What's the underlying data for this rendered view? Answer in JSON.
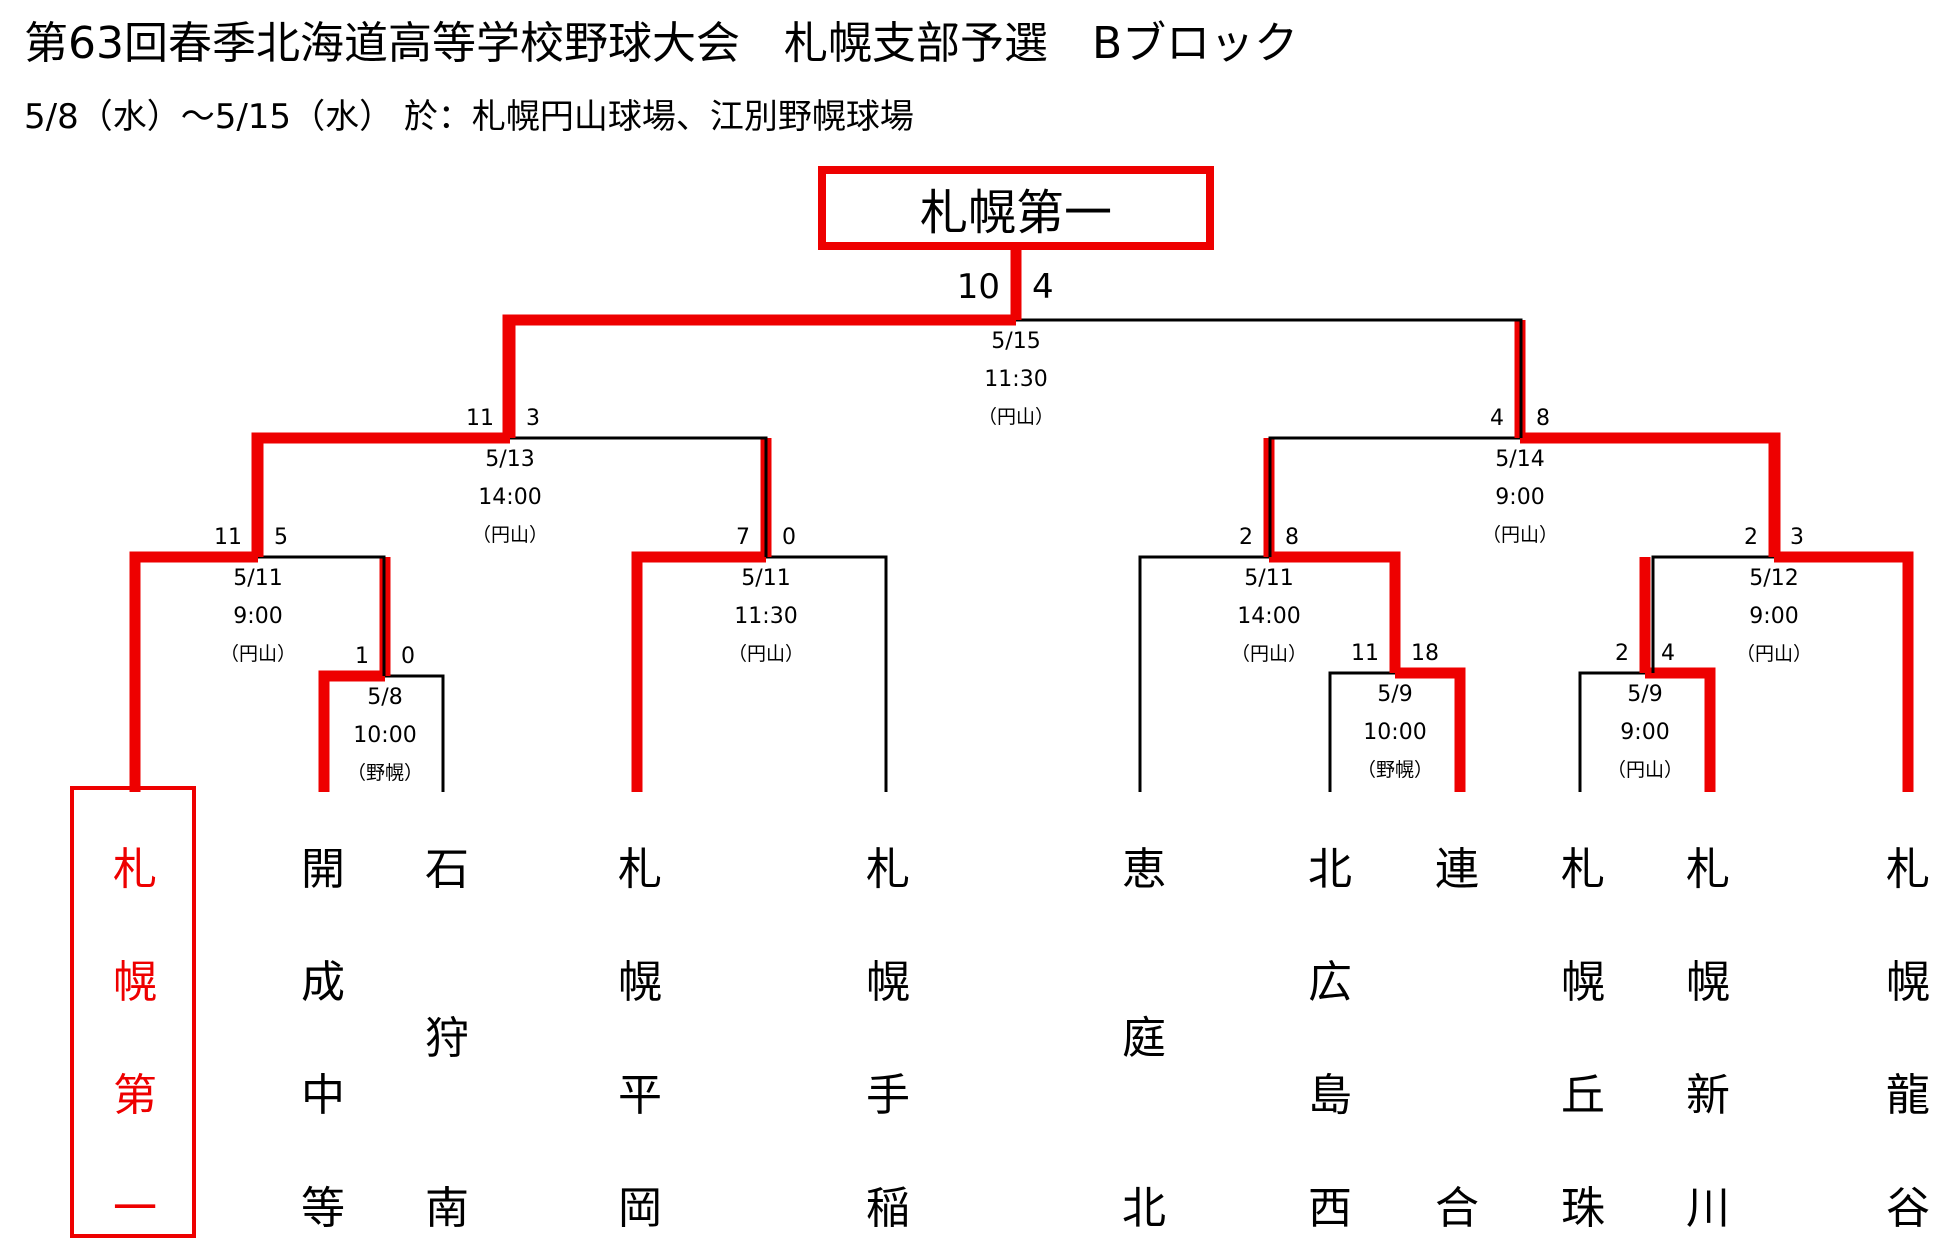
{
  "header": {
    "title": "第63回春季北海道高等学校野球大会　札幌支部予選　Bブロック",
    "subtitle": "5/8（水）～5/15（水） 於：札幌円山球場、江別野幌球場"
  },
  "colors": {
    "winner": "#ee0000",
    "line": "#000000",
    "text": "#000000"
  },
  "champion": "札幌第一",
  "teams": [
    {
      "id": "t1",
      "name": "札幌第一",
      "winner": true
    },
    {
      "id": "t2",
      "name": "開成中等"
    },
    {
      "id": "t3",
      "name": "石狩南"
    },
    {
      "id": "t4",
      "name": "札幌平岡"
    },
    {
      "id": "t5",
      "name": "札幌手稲"
    },
    {
      "id": "t6",
      "name": "恵庭北"
    },
    {
      "id": "t7",
      "name": "北広島西"
    },
    {
      "id": "t8",
      "name": "連合"
    },
    {
      "id": "t9",
      "name": "札幌丘珠"
    },
    {
      "id": "t10",
      "name": "札幌新川"
    },
    {
      "id": "t11",
      "name": "札幌龍谷"
    }
  ],
  "matches": [
    {
      "id": "m1",
      "round": 1,
      "date": "5/8",
      "time": "10:00",
      "venue": "（野幌）",
      "score_left": "1",
      "score_right": "0"
    },
    {
      "id": "m2",
      "round": 1,
      "date": "5/9",
      "time": "10:00",
      "venue": "（野幌）",
      "score_left": "11",
      "score_right": "18"
    },
    {
      "id": "m3",
      "round": 1,
      "date": "5/9",
      "time": "9:00",
      "venue": "（円山）",
      "score_left": "2",
      "score_right": "4"
    },
    {
      "id": "m4",
      "round": 2,
      "date": "5/11",
      "time": "9:00",
      "venue": "（円山）",
      "score_left": "11",
      "score_right": "5"
    },
    {
      "id": "m5",
      "round": 2,
      "date": "5/11",
      "time": "11:30",
      "venue": "（円山）",
      "score_left": "7",
      "score_right": "0"
    },
    {
      "id": "m6",
      "round": 2,
      "date": "5/11",
      "time": "14:00",
      "venue": "（円山）",
      "score_left": "2",
      "score_right": "8"
    },
    {
      "id": "m7",
      "round": 2,
      "date": "5/12",
      "time": "9:00",
      "venue": "（円山）",
      "score_left": "2",
      "score_right": "3"
    },
    {
      "id": "m8",
      "round": 3,
      "date": "5/13",
      "time": "14:00",
      "venue": "（円山）",
      "score_left": "11",
      "score_right": "3"
    },
    {
      "id": "m9",
      "round": 3,
      "date": "5/14",
      "time": "9:00",
      "venue": "（円山）",
      "score_left": "4",
      "score_right": "8"
    },
    {
      "id": "m10",
      "round": 4,
      "date": "5/15",
      "time": "11:30",
      "venue": "（円山）",
      "score_left": "10",
      "score_right": "4"
    }
  ]
}
